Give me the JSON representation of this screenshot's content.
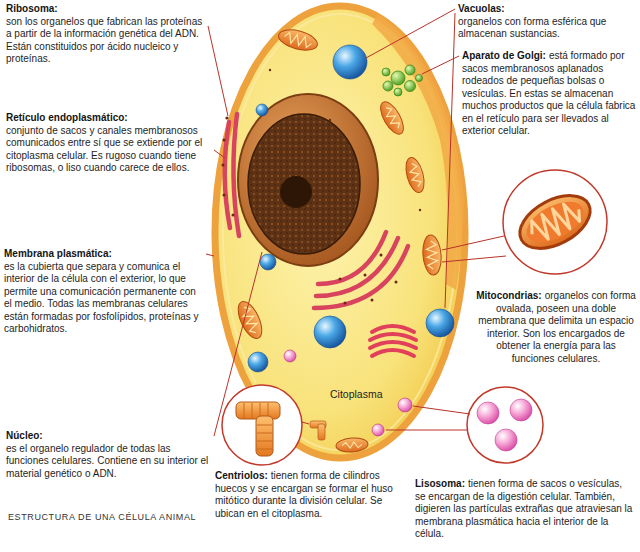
{
  "diagram": {
    "caption": "ESTRUCTURA DE UNA CÉLULA ANIMAL",
    "labels": [
      "Ribosoma:",
      "son los organelos que fabrican las proteínas a partir de la información genética del ADN. Están constituidos por ácido nucleico y proteínas.",
      "Vacuolas:",
      "organelos con forma esférica que almacenan sustancias.",
      "Aparato de Golgi:",
      "está formado por sacos membranosos aplanados rodeados de pequeñas bolsas o vesículas. En estas se almacenan muchos productos que la célula fabrica en el retículo para ser llevados al exterior celular.",
      "Retículo endoplasmático:",
      "conjunto de sacos y canales membranosos comunicados entre sí que se extiende por el citoplasma celular. Es rugoso cuando tiene ribosomas, o liso cuando carece de ellos.",
      "Membrana plasmática:",
      "es la cubierta que separa y comunica el interior de la célula con el exterior, lo que permite una comunicación permanente con el medio. Todas las membranas celulares están formadas por fosfolípidos, proteínas y carbohidratos.",
      "Mitocondrias:",
      "organelos con forma ovalada, poseen una doble membrana que delimita un espacio interior. Son los encargados de obtener la energía para las funciones celulares.",
      "Citoplasma",
      "Núcleo:",
      "es el organelo regulador de todas las funciones celulares. Contiene en su interior el material genético o ADN.",
      "Centriolos:",
      "tienen forma de cilindros huecos y se encargan se formar el huso mitótico durante la división celular. Se ubican en el citoplasma.",
      "Lisosoma:",
      "tienen forma de sacos o vesículas, se encargan de la digestión celular. También, digieren las partículas extrañas que atraviesan la membrana plasmática hacia el interior de la célula."
    ]
  }
}
